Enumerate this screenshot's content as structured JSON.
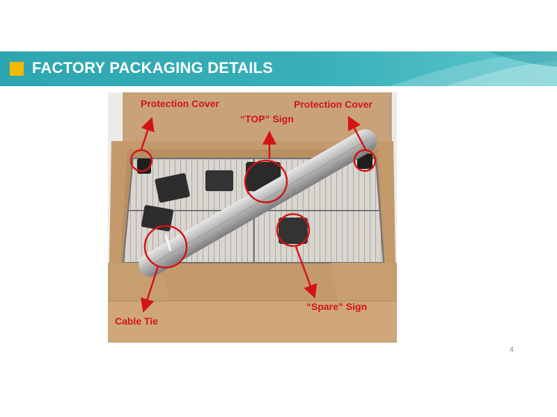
{
  "header": {
    "title": "FACTORY PACKAGING DETAILS",
    "accent_color": "#f5b800",
    "banner_color": "#2ba6b0"
  },
  "photo": {
    "annotations": {
      "protection_cover_left": "Protection Cover",
      "protection_cover_right": "Protection Cover",
      "top_sign": "“TOP”  Sign",
      "spare_sign": "“Spare”  Sign",
      "cable_tie": "Cable Tie"
    },
    "annotation_color": "#d41414"
  },
  "footer": {
    "page_number": "4"
  }
}
